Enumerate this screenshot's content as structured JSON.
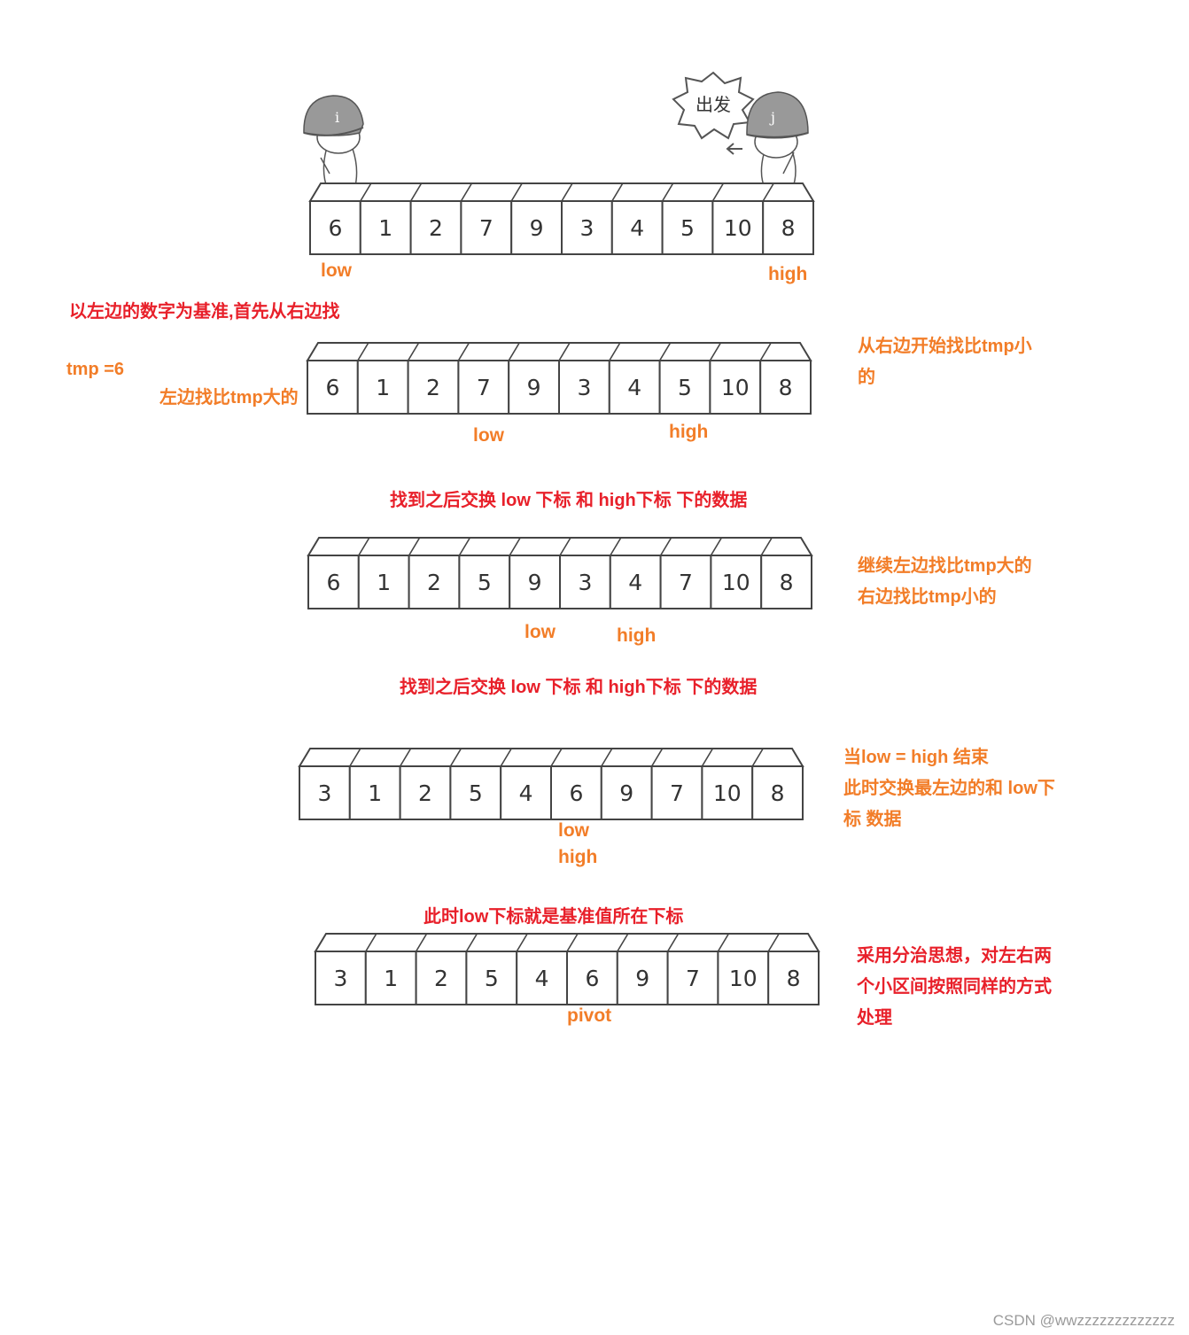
{
  "arrays": [
    {
      "values": [
        "6",
        "1",
        "2",
        "7",
        "9",
        "3",
        "4",
        "5",
        "10",
        "8"
      ]
    },
    {
      "values": [
        "6",
        "1",
        "2",
        "7",
        "9",
        "3",
        "4",
        "5",
        "10",
        "8"
      ]
    },
    {
      "values": [
        "6",
        "1",
        "2",
        "5",
        "9",
        "3",
        "4",
        "7",
        "10",
        "8"
      ]
    },
    {
      "values": [
        "3",
        "1",
        "2",
        "5",
        "4",
        "6",
        "9",
        "7",
        "10",
        "8"
      ]
    },
    {
      "values": [
        "3",
        "1",
        "2",
        "5",
        "4",
        "6",
        "9",
        "7",
        "10",
        "8"
      ]
    }
  ],
  "bubble": "出发",
  "char_i": "i",
  "char_j": "j",
  "labels": {
    "a1_low": "low",
    "a1_high": "high",
    "a2_low": "low",
    "a2_high": "high",
    "a3_low": "low",
    "a3_high": "high",
    "a4_low": "low",
    "a4_high": "high",
    "a5_pivot": "pivot"
  },
  "notes": {
    "intro": "以左边的数字为基准,首先从右边找",
    "tmp": "tmp =6",
    "left_find": "左边找比tmp大的",
    "right_find_1": "从右边开始找比tmp小",
    "right_find_2": "的",
    "swap1": "找到之后交换 low 下标 和 high下标 下的数据",
    "continue_1": "继续左边找比tmp大的",
    "continue_2": "右边找比tmp小的",
    "swap2": "找到之后交换 low 下标 和 high下标 下的数据",
    "end_1": "当low = high 结束",
    "end_2": "此时交换最左边的和 low下",
    "end_3": "标 数据",
    "pivot_note": "此时low下标就是基准值所在下标",
    "divide_1": "采用分治思想，对左右两",
    "divide_2": "个小区间按照同样的方式",
    "divide_3": "处理"
  },
  "watermark": "CSDN @wwzzzzzzzzzzzzz",
  "colors": {
    "orange": "#f27d28",
    "red": "#e8202a"
  }
}
